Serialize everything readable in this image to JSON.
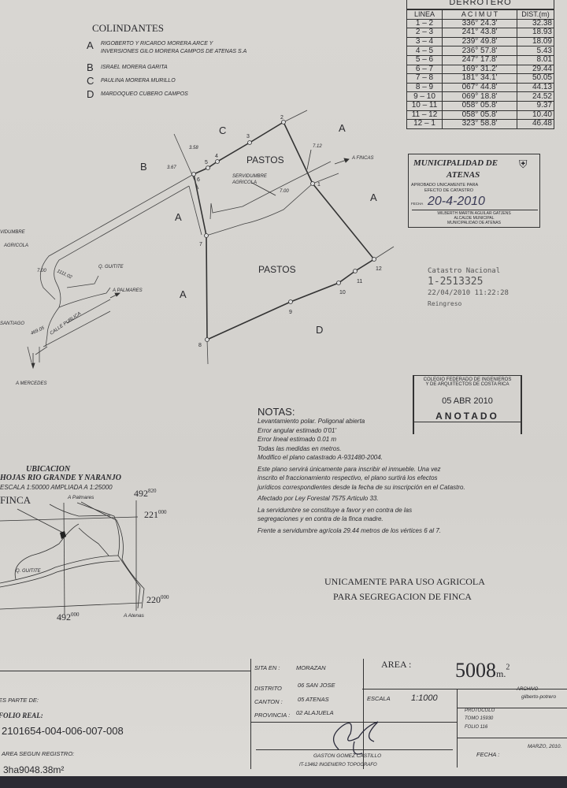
{
  "derrotero": {
    "title": "DERROTERO",
    "headers": [
      "LINEA",
      "A C I M U T",
      "DIST.(m)"
    ],
    "rows": [
      [
        "1 – 2",
        "336° 24.3'",
        "32.38"
      ],
      [
        "2 – 3",
        "241° 43.8'",
        "18.93"
      ],
      [
        "3 – 4",
        "239° 49.8'",
        "18.09"
      ],
      [
        "4 – 5",
        "236° 57.8'",
        "5.43"
      ],
      [
        "5 – 6",
        "247° 17.8'",
        "8.01"
      ],
      [
        "6 – 7",
        "169° 31.2'",
        "29.44"
      ],
      [
        "7 – 8",
        "181° 34.1'",
        "50.05"
      ],
      [
        "8 – 9",
        "067° 44.8'",
        "44.13"
      ],
      [
        "9 – 10",
        "069° 18.8'",
        "24.52"
      ],
      [
        "10 – 11",
        "058° 05.8'",
        "9.37"
      ],
      [
        "11 – 12",
        "058° 05.8'",
        "10.40"
      ],
      [
        "12 – 1",
        "323° 58.8'",
        "46.48"
      ]
    ]
  },
  "colindantes": {
    "title": "COLINDANTES",
    "items": [
      {
        "letter": "A",
        "name": "RIGOBERTO Y RICARDO MORERA ARCE Y",
        "name2": "INVERSIONES GILO MORERA CAMPOS DE ATENAS S.A"
      },
      {
        "letter": "B",
        "name": "ISRAEL MORERA GARITA"
      },
      {
        "letter": "C",
        "name": "PAULINA MORERA MURILLO"
      },
      {
        "letter": "D",
        "name": "MARDOQUEO CUBERO CAMPOS"
      }
    ]
  },
  "plan": {
    "vertices": [
      "1",
      "2",
      "3",
      "4",
      "5",
      "6",
      "7",
      "8",
      "9",
      "10",
      "11",
      "12"
    ],
    "zone_labels": {
      "a": "A",
      "b": "B",
      "c": "C",
      "d": "D"
    },
    "pastos": "PASTOS",
    "servidumbre": "SERVIDUMBRE",
    "agricola": "AGRICOLA",
    "servidumbre_left": "VIDUMBRE",
    "dims": {
      "d358": "3.58",
      "d367": "3.67",
      "d712": "7.12",
      "d700": "7.00",
      "d700b": "7.00",
      "d111": "1111.02",
      "d469": "469.05"
    },
    "a_fincas": "A FINCAS",
    "q_guitite": "Q. GUITITE",
    "a_palmares": "A PALMARES",
    "santiago": "SANTIAGO",
    "calle_publica": "CALLE PUBLICA",
    "a_mercedes": "A MERCEDES"
  },
  "municipal_stamp": {
    "title1": "MUNICIPALIDAD DE",
    "title2": "ATENAS",
    "approved1": "APROBADO UNICAMENTE PARA",
    "approved2": "EFECTO DE CATASTRO",
    "fecha_label": "FECHA",
    "fecha": "20-4-2010",
    "name": "WILBERTH MARTIN AGUILAR GATJENS",
    "role": "ALCALDE MUNICIPAL",
    "org": "MUNICIPALIDAD DE ATENAS"
  },
  "catastro": {
    "label": "Catastro Nacional",
    "number": "1-2513325",
    "datetime": "22/04/2010 11:22:28",
    "status": "Reingreso"
  },
  "colegio_stamp": {
    "line1": "COLEGIO FEDERADO DE INGENIEROS",
    "line2": "Y DE ARQUITECTOS DE COSTA RICA",
    "date": "05 ABR 2010",
    "status": "ANOTADO"
  },
  "notas": {
    "title": "NOTAS:",
    "lines": [
      "Levantamiento polar. Poligonal abierta",
      "Error angular estimado 0'01'",
      "Error lineal    estimado 0.01 m",
      "Todas las medidas en metros.",
      "Modifico el plano catastrado A-931480-2004.",
      "Este plano servirá únicamente para inscribir el inmueble. Una vez",
      "inscrito el fraccionamiento respectivo, el plano surtirá los efectos",
      "jurídicos correspondientes desde la fecha de su inscripción en el Catastro.",
      "Afectado por Ley Forestal 7575 Articulo 33.",
      "La servidumbre se constituye a favor y en contra de las",
      "segregaciones y en contra de la finca madre.",
      "Frente a servidumbre agrícola 29.44 metros de los vértices 6 al 7."
    ]
  },
  "ubicacion": {
    "title": "UBICACION",
    "subtitle": "HOJAS RIO GRANDE Y NARANJO",
    "scale": "ESCALA 1:50000 AMPLIADA A 1:25000",
    "finca": "FINCA",
    "a_palmares": "A Palmares",
    "q_guitite": "Q. GUITITE",
    "a_atenas": "A Atenas",
    "x_top": "492",
    "x_top_sup": "820",
    "y_top": "221",
    "y_top_sup": "000",
    "y_bot": "220",
    "y_bot_sup": "000",
    "x_bot": "492",
    "x_bot_sup": "000"
  },
  "uso": {
    "line1": "UNICAMENTE PARA USO AGRICOLA",
    "line2": "PARA SEGREGACION DE FINCA"
  },
  "title_block": {
    "es_parte_de": "ES PARTE DE:",
    "folio_real_label": "FOLIO REAL:",
    "folio_real": "2101654-004-006-007-008",
    "area_registro_label": "AREA SEGUN REGISTRO:",
    "area_registro": "3ha9048.38m²",
    "sita_en_label": "SITA EN :",
    "sita_en": "MORAZAN",
    "distrito_label": "DISTRITO",
    "distrito": "06  SAN JOSE",
    "canton_label": "CANTON :",
    "canton": "05  ATENAS",
    "provincia_label": "PROVINCIA :",
    "provincia": "02  ALAJUELA",
    "area_label": "AREA :",
    "area_value": "5008",
    "area_unit": "m.",
    "area_sup": "2",
    "escala_label": "ESCALA",
    "escala": "1:1000",
    "archivo_label": "ARCHIVO",
    "archivo": "gilberto-potrero",
    "protocolo_label": "PROTOCOLO",
    "tomo": "TOMO 15930",
    "folio": "FOLIO  116",
    "fecha_label": "FECHA :",
    "fecha": "MARZO, 2010.",
    "surveyor": "GASTON GOMEZ CASTILLO",
    "surveyor_id": "IT-13462  INGENIERO TOPOGRAFO"
  }
}
